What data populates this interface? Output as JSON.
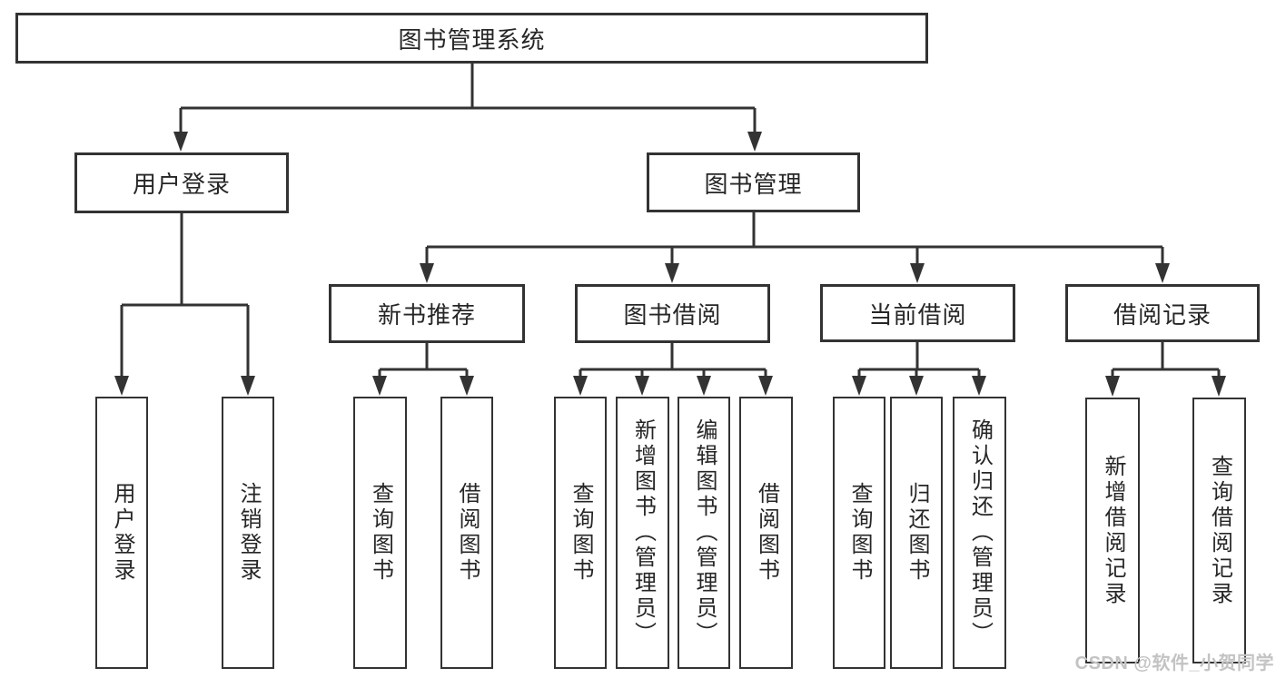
{
  "diagram": {
    "root_label": "图书管理系统",
    "level1": [
      "用户登录",
      "图书管理"
    ],
    "level2": [
      "新书推荐",
      "图书借阅",
      "当前借阅",
      "借阅记录"
    ],
    "leaves_user_login": [
      "用户登录",
      "注销登录"
    ],
    "leaves_new_book": [
      "查询图书",
      "借阅图书"
    ],
    "leaves_book_borrow": [
      "查询图书",
      "新增图书（管理员）",
      "编辑图书（管理员）",
      "借阅图书"
    ],
    "leaves_current_borrow": [
      "查询图书",
      "归还图书",
      "确认归还（管理员）"
    ],
    "leaves_borrow_records": [
      "新增借阅记录",
      "查询借阅记录"
    ]
  },
  "watermark": "CSDN @软件_小贺同学",
  "colors": {
    "line": "#333333",
    "text": "#262626",
    "background": "#ffffff",
    "watermark": "#c3c3c3"
  }
}
